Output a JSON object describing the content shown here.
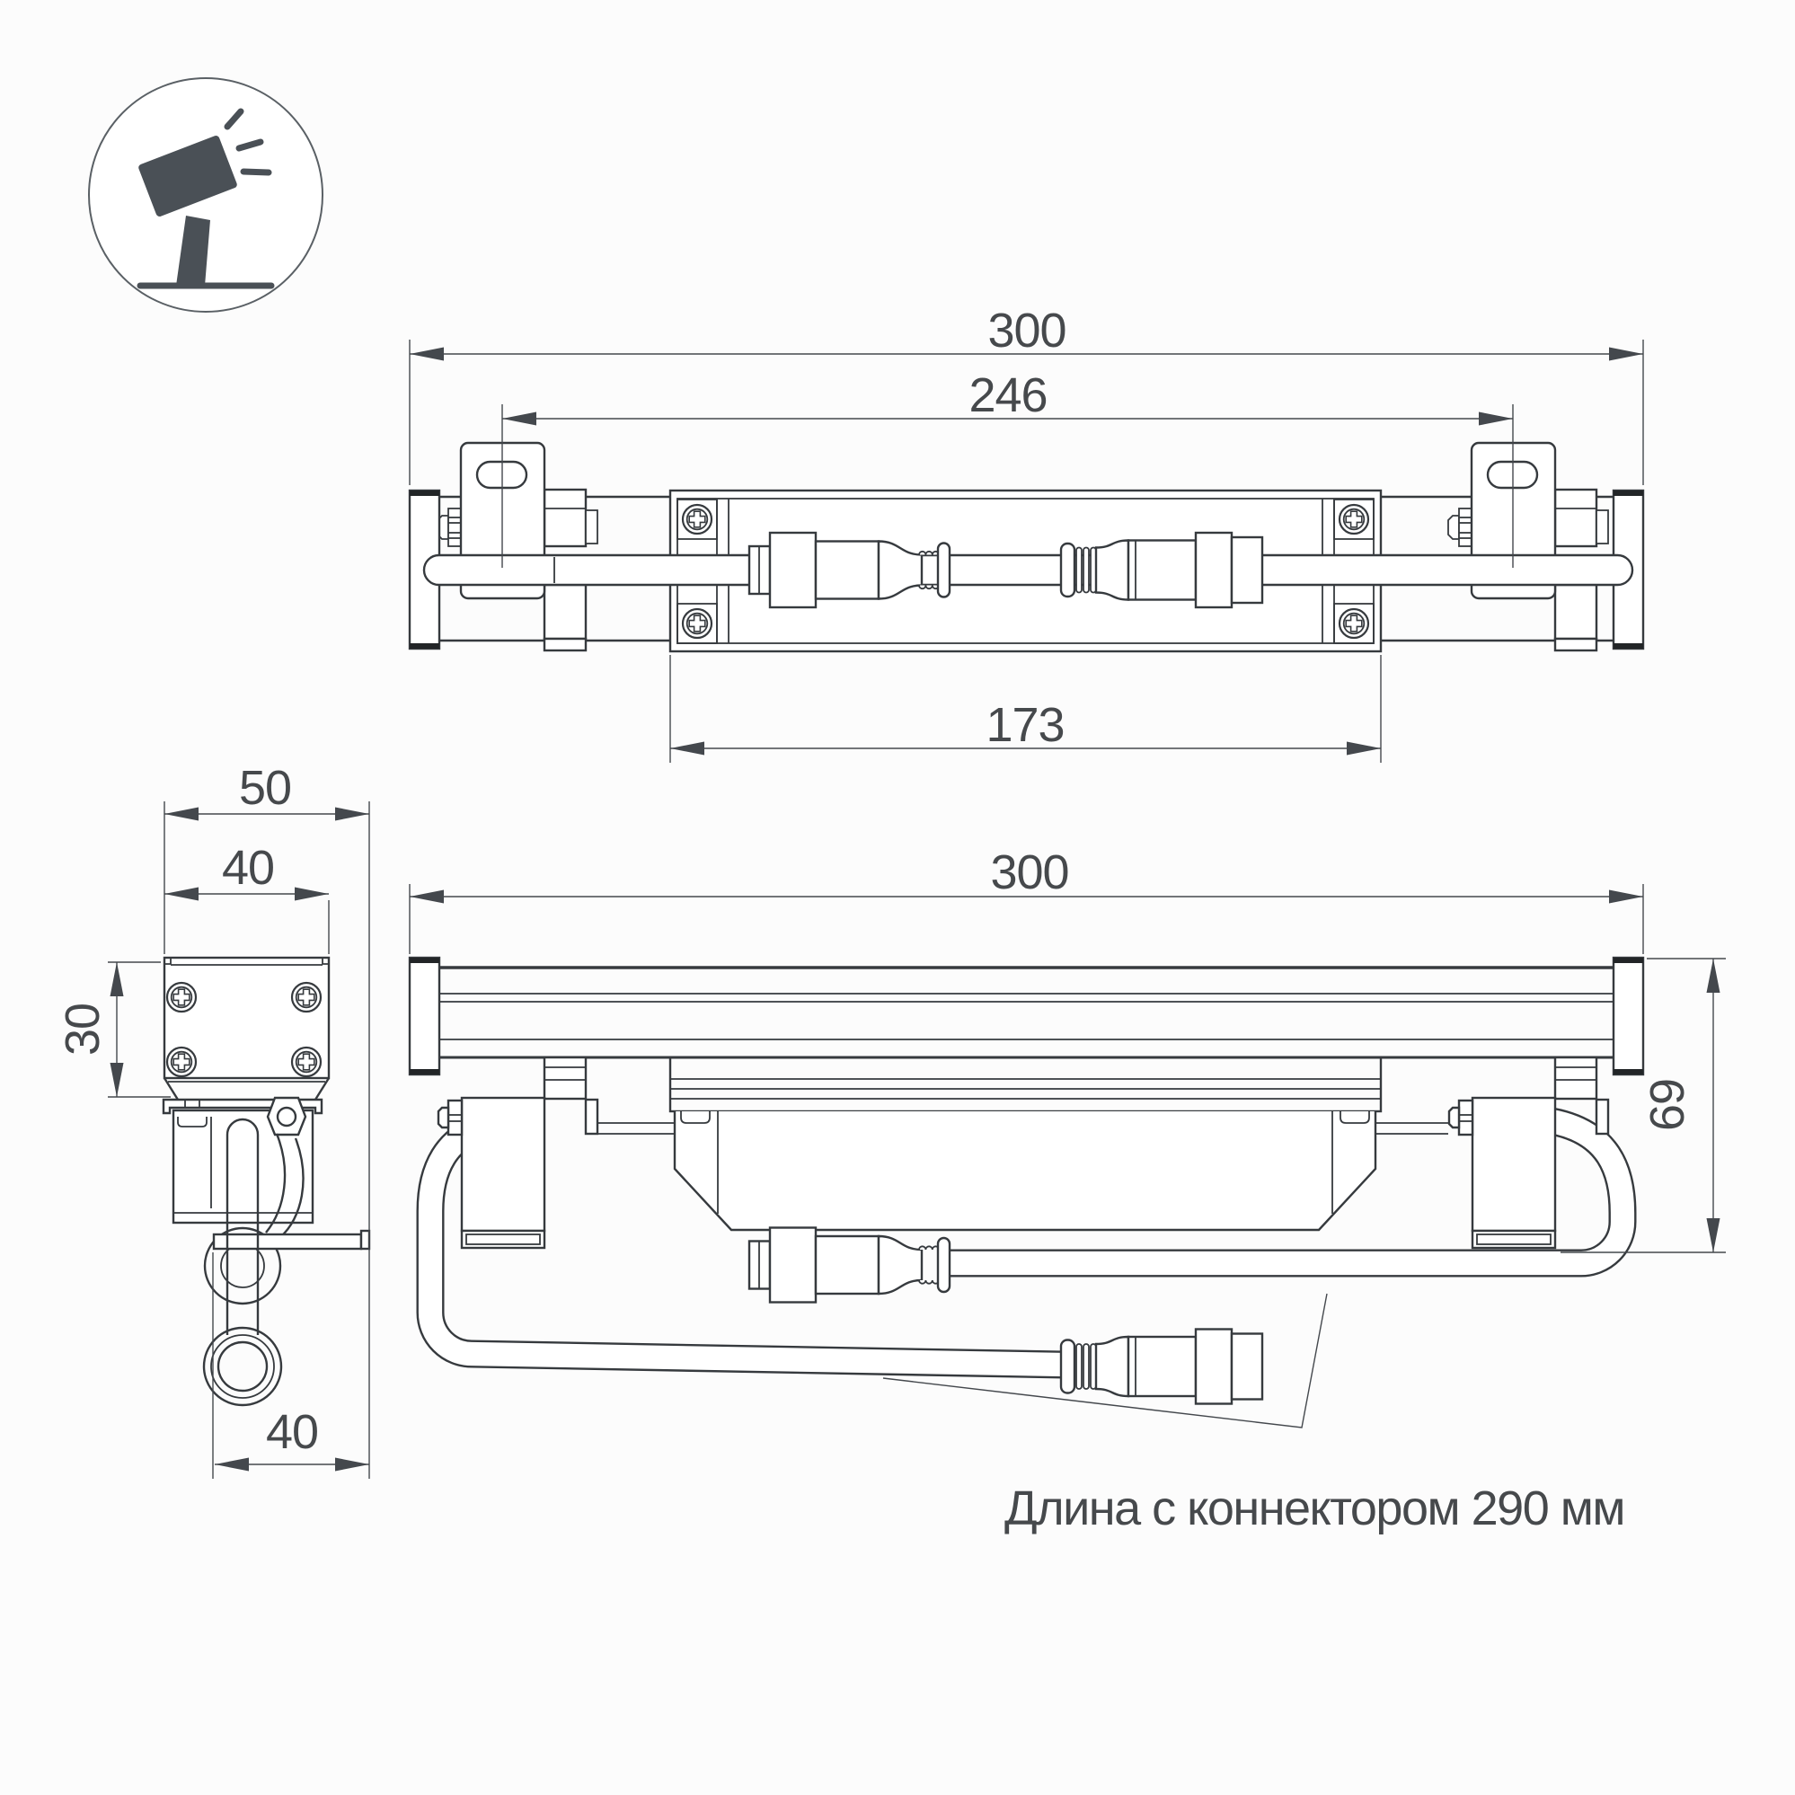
{
  "colors": {
    "bg": "#fcfcfc",
    "line": "#363a3e",
    "thin": "#44484d",
    "dark": "#222527",
    "text": "#46494c",
    "icon": "#4a5056"
  },
  "icon": {
    "name": "adjustable-floodlight-on-stand",
    "parts": [
      "tilted-luminaire-head",
      "light-rays",
      "mounting-post",
      "ground-line"
    ]
  },
  "top_view": {
    "name": "top-view-plan",
    "dim_overall_length": "300",
    "dim_bracket_spacing": "246",
    "dim_channel_length": "173"
  },
  "section_view": {
    "name": "end-section-view",
    "dim_overall_width": "50",
    "dim_body_width": "40",
    "dim_body_height": "30",
    "dim_foot_width": "40"
  },
  "side_view": {
    "name": "side-elevation-view",
    "dim_overall_length": "300",
    "dim_overall_height": "69",
    "note": "Длина с коннектором 290 мм"
  }
}
